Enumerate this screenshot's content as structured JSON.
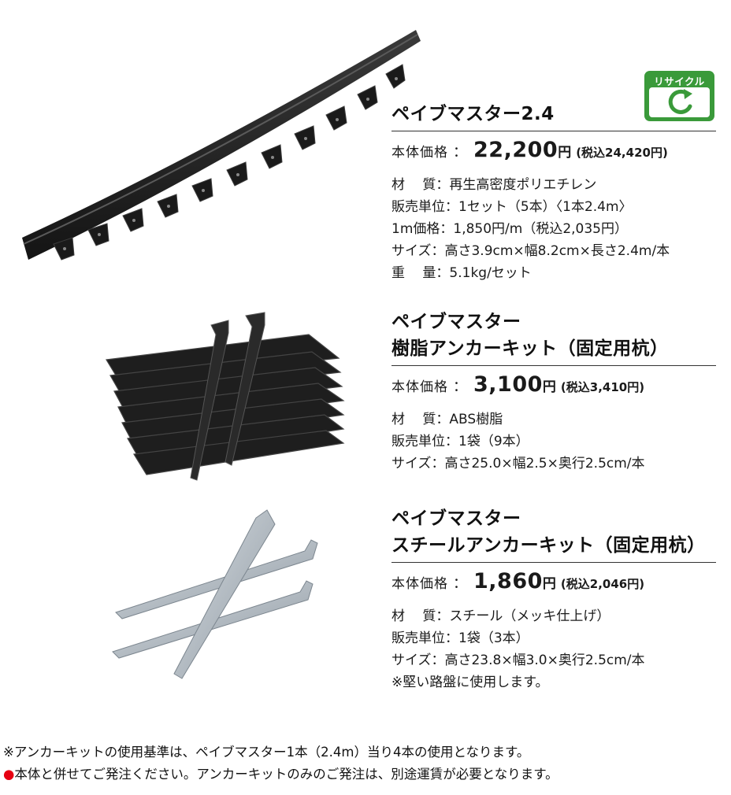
{
  "products": [
    {
      "title_lines": [
        "ペイブマスター2.4"
      ],
      "price_label": "本体価格",
      "price_colon": "：",
      "price": "22,200",
      "yen": "円",
      "tax": "(税込24,420円)",
      "specs": [
        "材　 質：再生高密度ポリエチレン",
        "販売単位：1セット（5本）〈1本2.4m〉",
        "1m価格：1,850円/m（税込2,035円）",
        "サイズ：高さ3.9cm×幅8.2cm×長さ2.4m/本",
        "重　 量：5.1kg/セット"
      ]
    },
    {
      "title_lines": [
        "ペイブマスター",
        "樹脂アンカーキット（固定用杭）"
      ],
      "price_label": "本体価格",
      "price_colon": "：",
      "price": "3,100",
      "yen": "円",
      "tax": "(税込3,410円)",
      "specs": [
        "材　 質：ABS樹脂",
        "販売単位：1袋（9本）",
        "サイズ：高さ25.0×幅2.5×奥行2.5cm/本"
      ]
    },
    {
      "title_lines": [
        "ペイブマスター",
        "スチールアンカーキット（固定用杭）"
      ],
      "price_label": "本体価格",
      "price_colon": "：",
      "price": "1,860",
      "yen": "円",
      "tax": "(税込2,046円)",
      "specs": [
        "材　 質：スチール（メッキ仕上げ）",
        "販売単位：1袋（3本）",
        "サイズ：高さ23.8×幅3.0×奥行2.5cm/本",
        "※堅い路盤に使用します。"
      ]
    }
  ],
  "badge": {
    "label": "リサイクル",
    "icon": "recycle-arrow-icon",
    "color": "#3a9a3a"
  },
  "footnotes": {
    "line1": "※アンカーキットの使用基準は、ペイブマスター1本（2.4m）当り4本の使用となります。",
    "bullet": "●",
    "line2": "本体と併せてご発注ください。アンカーキットのみのご発注は、別途運賃が必要となります。"
  },
  "colors": {
    "bullet": "#e60012",
    "text": "#1a1a1a",
    "edging": "#1c1c1c",
    "steel": "#aeb7bf"
  }
}
